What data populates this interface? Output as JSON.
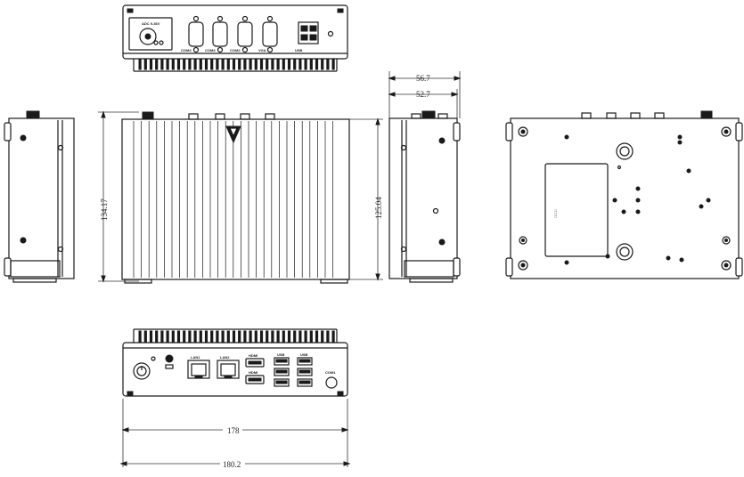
{
  "dimensions": {
    "depth_outer": "56.7",
    "depth_inner": "52.7",
    "height_left": "134.17",
    "height_right": "125.04",
    "width_inner": "178",
    "width_outer": "180.2"
  },
  "port_labels": {
    "power_input": "ADC 9-36V",
    "com4": "COM4",
    "com3": "COM3",
    "com2": "COM2",
    "vga": "VGA",
    "usb_top": "USB",
    "lan1": "LAN1",
    "lan2": "LAN2",
    "hdmi1": "HDMI",
    "hdmi2": "HDMI",
    "usb_a": "USB",
    "usb_b": "USB",
    "com1": "COM1"
  }
}
